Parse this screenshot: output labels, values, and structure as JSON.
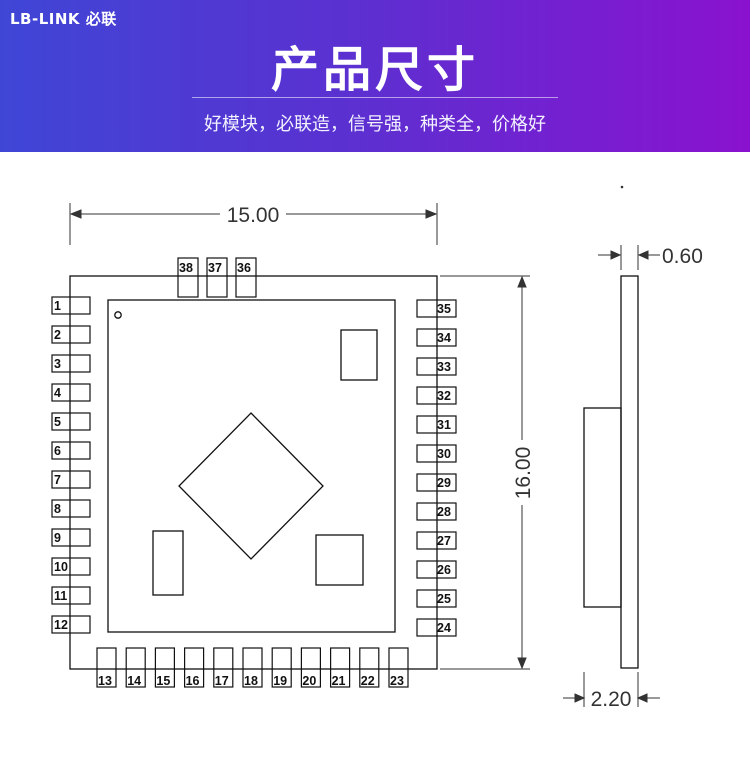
{
  "header": {
    "brand": "LB-LINK 必联",
    "title": "产品尺寸",
    "subtitle": "好模块，必联造，信号强，种类全，价格好"
  },
  "dimensions": {
    "width": "15.00",
    "height": "16.00",
    "thickness": "0.60",
    "total_depth": "2.20"
  },
  "pins": {
    "left": [
      "1",
      "2",
      "3",
      "4",
      "5",
      "6",
      "7",
      "8",
      "9",
      "10",
      "11",
      "12"
    ],
    "bottom": [
      "13",
      "14",
      "15",
      "16",
      "17",
      "18",
      "19",
      "20",
      "21",
      "22",
      "23"
    ],
    "right": [
      "24",
      "25",
      "26",
      "27",
      "28",
      "29",
      "30",
      "31",
      "32",
      "33",
      "34",
      "35"
    ],
    "top": [
      "36",
      "37",
      "38"
    ]
  },
  "colors": {
    "banner_start": "#3f46d6",
    "banner_end": "#8a12cf",
    "line": "#111111"
  }
}
